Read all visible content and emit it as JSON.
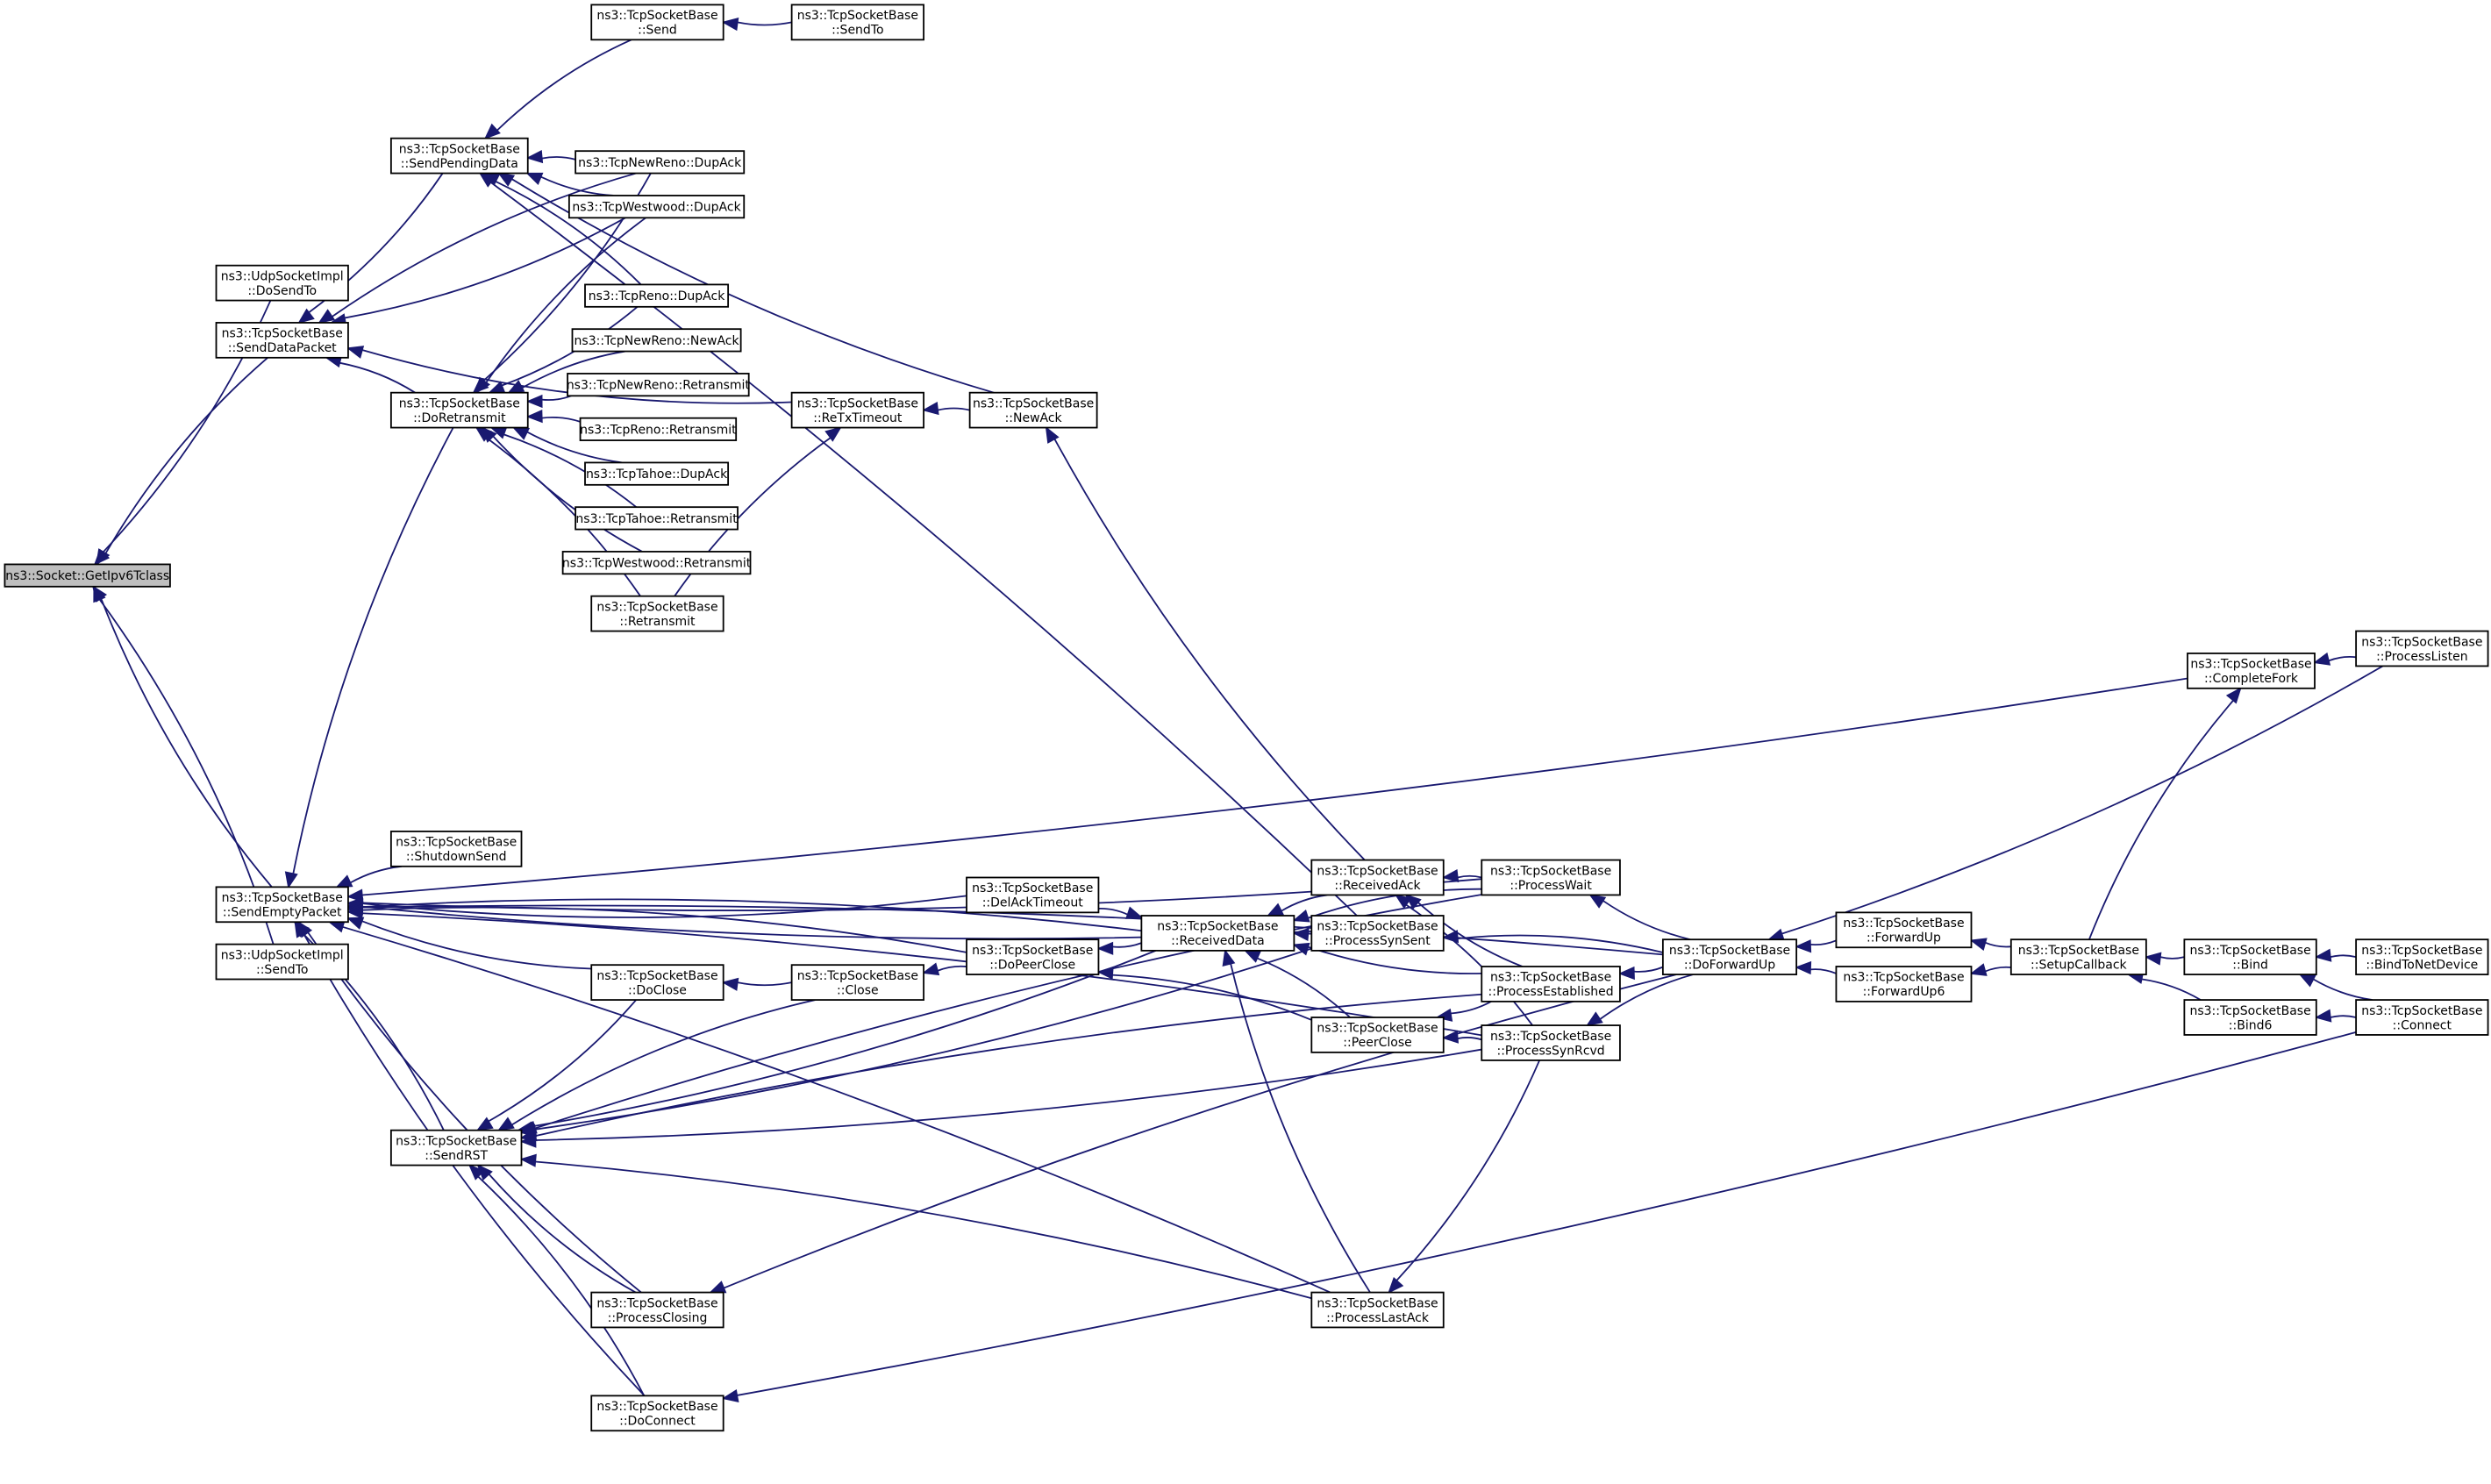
{
  "graph": {
    "type": "call-graph",
    "edge_color": "#191970",
    "root_fill": "#bfbfbf",
    "nodes": [
      {
        "id": "root",
        "lines": [
          "ns3::Socket::GetIpv6Tclass"
        ],
        "root": true
      },
      {
        "id": "udp_dosendto",
        "lines": [
          "ns3::UdpSocketImpl",
          "::DoSendTo"
        ]
      },
      {
        "id": "senddatapacket",
        "lines": [
          "ns3::TcpSocketBase",
          "::SendDataPacket"
        ]
      },
      {
        "id": "sendemptypacket",
        "lines": [
          "ns3::TcpSocketBase",
          "::SendEmptyPacket"
        ]
      },
      {
        "id": "udp_sendto",
        "lines": [
          "ns3::UdpSocketImpl",
          "::SendTo"
        ]
      },
      {
        "id": "sendpendingdata",
        "lines": [
          "ns3::TcpSocketBase",
          "::SendPendingData"
        ]
      },
      {
        "id": "doretransmit",
        "lines": [
          "ns3::TcpSocketBase",
          "::DoRetransmit"
        ]
      },
      {
        "id": "send",
        "lines": [
          "ns3::TcpSocketBase",
          "::Send"
        ]
      },
      {
        "id": "sendto",
        "lines": [
          "ns3::TcpSocketBase",
          "::SendTo"
        ]
      },
      {
        "id": "newreno_dupack",
        "lines": [
          "ns3::TcpNewReno::DupAck"
        ]
      },
      {
        "id": "westwood_dupack",
        "lines": [
          "ns3::TcpWestwood::DupAck"
        ]
      },
      {
        "id": "reno_dupack",
        "lines": [
          "ns3::TcpReno::DupAck"
        ]
      },
      {
        "id": "newreno_newack",
        "lines": [
          "ns3::TcpNewReno::NewAck"
        ]
      },
      {
        "id": "newreno_retransmit",
        "lines": [
          "ns3::TcpNewReno::Retransmit"
        ]
      },
      {
        "id": "reno_retransmit",
        "lines": [
          "ns3::TcpReno::Retransmit"
        ]
      },
      {
        "id": "tahoe_dupack",
        "lines": [
          "ns3::TcpTahoe::DupAck"
        ]
      },
      {
        "id": "tahoe_retransmit",
        "lines": [
          "ns3::TcpTahoe::Retransmit"
        ]
      },
      {
        "id": "westwood_retransmit",
        "lines": [
          "ns3::TcpWestwood::Retransmit"
        ]
      },
      {
        "id": "retransmit",
        "lines": [
          "ns3::TcpSocketBase",
          "::Retransmit"
        ]
      },
      {
        "id": "retxtimeout",
        "lines": [
          "ns3::TcpSocketBase",
          "::ReTxTimeout"
        ]
      },
      {
        "id": "newack",
        "lines": [
          "ns3::TcpSocketBase",
          "::NewAck"
        ]
      },
      {
        "id": "shutdownsend",
        "lines": [
          "ns3::TcpSocketBase",
          "::ShutdownSend"
        ]
      },
      {
        "id": "sendrst",
        "lines": [
          "ns3::TcpSocketBase",
          "::SendRST"
        ]
      },
      {
        "id": "doclose",
        "lines": [
          "ns3::TcpSocketBase",
          "::DoClose"
        ]
      },
      {
        "id": "close",
        "lines": [
          "ns3::TcpSocketBase",
          "::Close"
        ]
      },
      {
        "id": "processclosing",
        "lines": [
          "ns3::TcpSocketBase",
          "::ProcessClosing"
        ]
      },
      {
        "id": "doconnect",
        "lines": [
          "ns3::TcpSocketBase",
          "::DoConnect"
        ]
      },
      {
        "id": "delacktimeout",
        "lines": [
          "ns3::TcpSocketBase",
          "::DelAckTimeout"
        ]
      },
      {
        "id": "dopeerclose",
        "lines": [
          "ns3::TcpSocketBase",
          "::DoPeerClose"
        ]
      },
      {
        "id": "receiveddata",
        "lines": [
          "ns3::TcpSocketBase",
          "::ReceivedData"
        ]
      },
      {
        "id": "receivedack",
        "lines": [
          "ns3::TcpSocketBase",
          "::ReceivedAck"
        ]
      },
      {
        "id": "processsynsent",
        "lines": [
          "ns3::TcpSocketBase",
          "::ProcessSynSent"
        ]
      },
      {
        "id": "peerclose",
        "lines": [
          "ns3::TcpSocketBase",
          "::PeerClose"
        ]
      },
      {
        "id": "processlastack",
        "lines": [
          "ns3::TcpSocketBase",
          "::ProcessLastAck"
        ]
      },
      {
        "id": "processwait",
        "lines": [
          "ns3::TcpSocketBase",
          "::ProcessWait"
        ]
      },
      {
        "id": "processestablished",
        "lines": [
          "ns3::TcpSocketBase",
          "::ProcessEstablished"
        ]
      },
      {
        "id": "processsynrcvd",
        "lines": [
          "ns3::TcpSocketBase",
          "::ProcessSynRcvd"
        ]
      },
      {
        "id": "doforwardup",
        "lines": [
          "ns3::TcpSocketBase",
          "::DoForwardUp"
        ]
      },
      {
        "id": "forwardup",
        "lines": [
          "ns3::TcpSocketBase",
          "::ForwardUp"
        ]
      },
      {
        "id": "forwardup6",
        "lines": [
          "ns3::TcpSocketBase",
          "::ForwardUp6"
        ]
      },
      {
        "id": "setupcallback",
        "lines": [
          "ns3::TcpSocketBase",
          "::SetupCallback"
        ]
      },
      {
        "id": "completefork",
        "lines": [
          "ns3::TcpSocketBase",
          "::CompleteFork"
        ]
      },
      {
        "id": "processlisten",
        "lines": [
          "ns3::TcpSocketBase",
          "::ProcessListen"
        ]
      },
      {
        "id": "bind",
        "lines": [
          "ns3::TcpSocketBase",
          "::Bind"
        ]
      },
      {
        "id": "bind6",
        "lines": [
          "ns3::TcpSocketBase",
          "::Bind6"
        ]
      },
      {
        "id": "bindtonetdevice",
        "lines": [
          "ns3::TcpSocketBase",
          "::BindToNetDevice"
        ]
      },
      {
        "id": "connect",
        "lines": [
          "ns3::TcpSocketBase",
          "::Connect"
        ]
      }
    ],
    "edges": [
      {
        "from": "udp_dosendto",
        "to": "root"
      },
      {
        "from": "senddatapacket",
        "to": "root"
      },
      {
        "from": "sendemptypacket",
        "to": "root"
      },
      {
        "from": "udp_sendto",
        "to": "root"
      },
      {
        "from": "sendpendingdata",
        "to": "senddatapacket"
      },
      {
        "from": "doretransmit",
        "to": "senddatapacket"
      },
      {
        "from": "retxtimeout",
        "to": "senddatapacket"
      },
      {
        "from": "newreno_dupack",
        "to": "senddatapacket"
      },
      {
        "from": "westwood_dupack",
        "to": "senddatapacket"
      },
      {
        "from": "send",
        "to": "sendpendingdata"
      },
      {
        "from": "sendto",
        "to": "send"
      },
      {
        "from": "newreno_dupack",
        "to": "sendpendingdata"
      },
      {
        "from": "westwood_dupack",
        "to": "sendpendingdata"
      },
      {
        "from": "reno_dupack",
        "to": "sendpendingdata"
      },
      {
        "from": "newack",
        "to": "sendpendingdata"
      },
      {
        "from": "processsynsent",
        "to": "sendpendingdata"
      },
      {
        "from": "newreno_dupack",
        "to": "doretransmit"
      },
      {
        "from": "westwood_dupack",
        "to": "doretransmit"
      },
      {
        "from": "reno_dupack",
        "to": "doretransmit"
      },
      {
        "from": "newreno_newack",
        "to": "doretransmit"
      },
      {
        "from": "newreno_retransmit",
        "to": "doretransmit"
      },
      {
        "from": "reno_retransmit",
        "to": "doretransmit"
      },
      {
        "from": "tahoe_dupack",
        "to": "doretransmit"
      },
      {
        "from": "tahoe_retransmit",
        "to": "doretransmit"
      },
      {
        "from": "westwood_retransmit",
        "to": "doretransmit"
      },
      {
        "from": "retransmit",
        "to": "doretransmit"
      },
      {
        "from": "retransmit",
        "to": "retxtimeout"
      },
      {
        "from": "newack",
        "to": "retxtimeout"
      },
      {
        "from": "receivedack",
        "to": "newack"
      },
      {
        "from": "doretransmit",
        "to": "sendemptypacket"
      },
      {
        "from": "completefork",
        "to": "sendemptypacket"
      },
      {
        "from": "doforwardup",
        "to": "sendemptypacket"
      },
      {
        "from": "processwait",
        "to": "sendemptypacket"
      },
      {
        "from": "receiveddata",
        "to": "sendemptypacket"
      },
      {
        "from": "processsynsent",
        "to": "sendemptypacket"
      },
      {
        "from": "shutdownsend",
        "to": "sendemptypacket"
      },
      {
        "from": "delacktimeout",
        "to": "sendemptypacket"
      },
      {
        "from": "dopeerclose",
        "to": "sendemptypacket"
      },
      {
        "from": "doclose",
        "to": "sendemptypacket"
      },
      {
        "from": "sendrst",
        "to": "sendemptypacket"
      },
      {
        "from": "processclosing",
        "to": "sendemptypacket"
      },
      {
        "from": "processsynrcvd",
        "to": "sendemptypacket"
      },
      {
        "from": "doconnect",
        "to": "sendemptypacket"
      },
      {
        "from": "processlastack",
        "to": "sendemptypacket"
      },
      {
        "from": "doclose",
        "to": "sendrst"
      },
      {
        "from": "close",
        "to": "sendrst"
      },
      {
        "from": "receiveddata",
        "to": "sendrst"
      },
      {
        "from": "processwait",
        "to": "sendrst"
      },
      {
        "from": "processsynsent",
        "to": "sendrst"
      },
      {
        "from": "processestablished",
        "to": "sendrst"
      },
      {
        "from": "processsynrcvd",
        "to": "sendrst"
      },
      {
        "from": "processlastack",
        "to": "sendrst"
      },
      {
        "from": "processclosing",
        "to": "sendrst"
      },
      {
        "from": "doconnect",
        "to": "sendrst"
      },
      {
        "from": "close",
        "to": "doclose"
      },
      {
        "from": "dopeerclose",
        "to": "close"
      },
      {
        "from": "receiveddata",
        "to": "dopeerclose"
      },
      {
        "from": "peerclose",
        "to": "dopeerclose"
      },
      {
        "from": "delacktimeout",
        "to": "receiveddata"
      },
      {
        "from": "receivedack",
        "to": "receiveddata"
      },
      {
        "from": "processsynsent",
        "to": "receiveddata"
      },
      {
        "from": "peerclose",
        "to": "receiveddata"
      },
      {
        "from": "processestablished",
        "to": "receiveddata"
      },
      {
        "from": "processwait",
        "to": "receiveddata"
      },
      {
        "from": "processlastack",
        "to": "receiveddata"
      },
      {
        "from": "processwait",
        "to": "receivedack"
      },
      {
        "from": "processestablished",
        "to": "receivedack"
      },
      {
        "from": "processsynrcvd",
        "to": "receivedack"
      },
      {
        "from": "processestablished",
        "to": "peerclose"
      },
      {
        "from": "processsynrcvd",
        "to": "peerclose"
      },
      {
        "from": "doforwardup",
        "to": "processwait"
      },
      {
        "from": "doforwardup",
        "to": "processsynsent"
      },
      {
        "from": "doforwardup",
        "to": "processestablished"
      },
      {
        "from": "doforwardup",
        "to": "processsynrcvd"
      },
      {
        "from": "processsynrcvd",
        "to": "processlastack"
      },
      {
        "from": "doforwardup",
        "to": "processclosing"
      },
      {
        "from": "forwardup",
        "to": "doforwardup"
      },
      {
        "from": "forwardup6",
        "to": "doforwardup"
      },
      {
        "from": "setupcallback",
        "to": "forwardup"
      },
      {
        "from": "setupcallback",
        "to": "forwardup6"
      },
      {
        "from": "bind",
        "to": "setupcallback"
      },
      {
        "from": "bind6",
        "to": "setupcallback"
      },
      {
        "from": "setupcallback",
        "to": "completefork"
      },
      {
        "from": "processlisten",
        "to": "completefork"
      },
      {
        "from": "processlisten",
        "to": "doforwardup"
      },
      {
        "from": "bindtonetdevice",
        "to": "bind"
      },
      {
        "from": "connect",
        "to": "bind"
      },
      {
        "from": "connect",
        "to": "bind6"
      },
      {
        "from": "connect",
        "to": "doconnect"
      }
    ]
  }
}
